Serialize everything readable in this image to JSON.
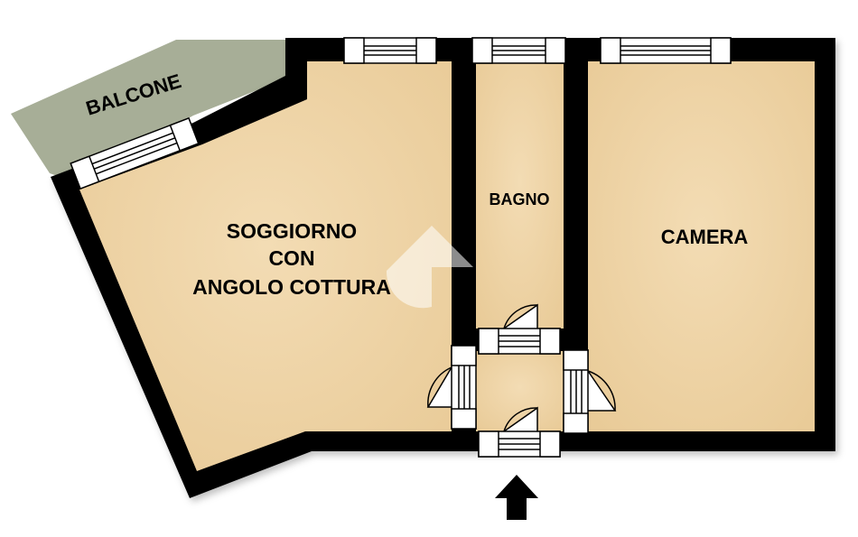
{
  "rooms": {
    "balcone": "BALCONE",
    "soggiorno": [
      "SOGGIORNO",
      "CON",
      "ANGOLO COTTURA"
    ],
    "bagno": "BAGNO",
    "camera": "CAMERA"
  },
  "colors": {
    "wall": "#000000",
    "floor": "#f1d8ae",
    "balcony": "#a7ae97",
    "window_frame": "#ffffff",
    "watermark": "#ffffff"
  },
  "icons": {
    "entrance": "arrow-up-icon",
    "watermark": "house-logo-icon"
  }
}
